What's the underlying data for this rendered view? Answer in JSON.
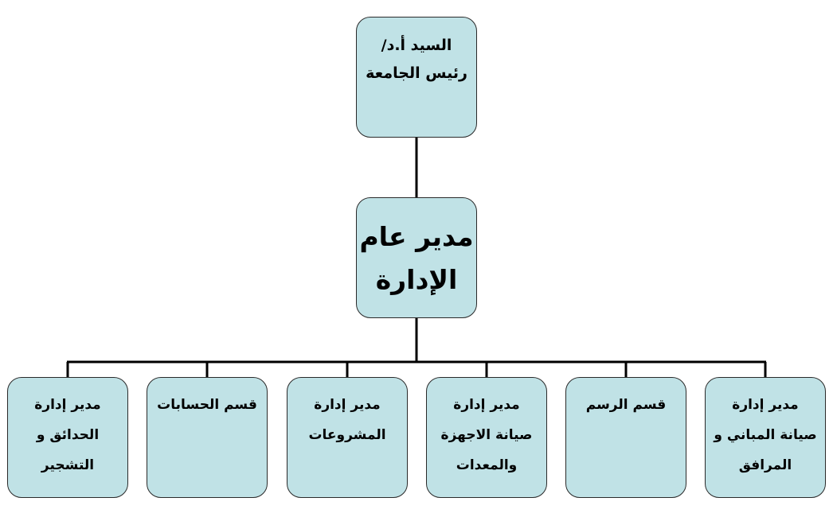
{
  "diagram": {
    "root": {
      "lines": [
        "السيد أ.د/",
        "رئيس الجامعة"
      ]
    },
    "general_manager": {
      "lines": [
        "مدير عام",
        "الإدارة"
      ]
    },
    "children": [
      {
        "lines": [
          "مدير إدارة",
          "صيانة المباني و",
          "المرافق"
        ]
      },
      {
        "lines": [
          "قسم الرسم"
        ]
      },
      {
        "lines": [
          "مدير إدارة",
          "صيانة الاجهزة",
          "والمعدات"
        ]
      },
      {
        "lines": [
          "مدير إدارة",
          "المشروعات"
        ]
      },
      {
        "lines": [
          "قسم الحسابات"
        ]
      },
      {
        "lines": [
          "مدير إدارة",
          "الحدائق و",
          "التشجير"
        ]
      }
    ],
    "colors": {
      "box_fill": "#c0e2e6",
      "box_border": "#2a2a2a",
      "connector": "#000000"
    }
  }
}
